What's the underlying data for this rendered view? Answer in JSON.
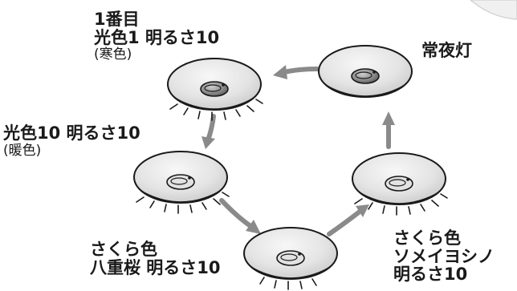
{
  "diagram": {
    "steps": [
      {
        "id": "step1",
        "lines": [
          "1番目",
          "光色1 明るさ10"
        ],
        "note": "(寒色)"
      },
      {
        "id": "step2",
        "lines": [
          "光色10 明るさ10"
        ],
        "note": "(暖色)"
      },
      {
        "id": "step3",
        "lines": [
          "さくら色",
          "八重桜 明るさ10"
        ],
        "note": ""
      },
      {
        "id": "step4",
        "lines": [
          "さくら色",
          "ソメイヨシノ",
          "明るさ10"
        ],
        "note": ""
      },
      {
        "id": "step5",
        "lines": [
          "常夜灯"
        ],
        "note": ""
      }
    ],
    "colors": {
      "arrow": "#8a8a8a",
      "lamp_fill": "#e6e6e6",
      "lamp_stroke": "#1a1a1a",
      "text": "#1a1a1a"
    },
    "icons": [
      "ceiling-light-icon",
      "cycle-arrow"
    ]
  }
}
